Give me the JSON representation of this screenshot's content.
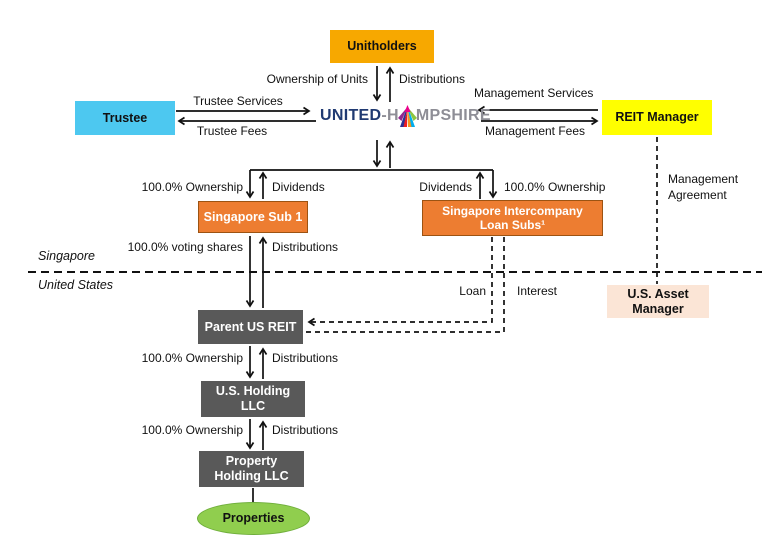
{
  "logo": {
    "united": "UNITED",
    "hyphen_h": "-H",
    "mpshire": "MPSHIRE"
  },
  "colors": {
    "unitholders_bg": "#F7A800",
    "trustee_bg": "#4DC8F0",
    "reit_manager_bg": "#FFFF00",
    "singapore_entity_bg": "#ED7D31",
    "us_entity_bg": "#595959",
    "us_asset_manager_bg": "#FBE5D6",
    "properties_bg": "#90CE4E",
    "logo_navy": "#203A72",
    "logo_gray": "#8E8E96"
  },
  "nodes": {
    "unitholders": {
      "label": "Unitholders"
    },
    "trustee": {
      "label": "Trustee"
    },
    "reit_manager": {
      "label": "REIT Manager"
    },
    "singapore_sub_1": {
      "label": "Singapore Sub 1"
    },
    "singapore_intercompany_loan_subs": {
      "lines": [
        "Singapore Intercompany",
        "Loan Subs¹"
      ]
    },
    "parent_us_reit": {
      "label": "Parent US REIT"
    },
    "us_holding_llc": {
      "lines": [
        "U.S. Holding",
        "LLC"
      ]
    },
    "property_holding_llc": {
      "lines": [
        "Property",
        "Holding LLC"
      ]
    },
    "properties": {
      "label": "Properties"
    },
    "us_asset_manager": {
      "lines": [
        "U.S. Asset",
        "Manager"
      ]
    }
  },
  "edge_labels": {
    "ownership_of_units": "Ownership of Units",
    "distributions_unitholders": "Distributions",
    "trustee_services": "Trustee Services",
    "trustee_fees": "Trustee Fees",
    "management_services": "Management Services",
    "management_fees": "Management Fees",
    "ownership_sub1": "100.0% Ownership",
    "dividends_sub1": "Dividends",
    "dividends_loan_subs": "Dividends",
    "ownership_loan_subs": "100.0% Ownership",
    "management_agreement": "Management Agreement",
    "voting_shares": "100.0% voting shares",
    "distributions_sub1_reit": "Distributions",
    "loan": "Loan",
    "interest": "Interest",
    "ownership_parent": "100.0% Ownership",
    "distributions_parent": "Distributions",
    "ownership_holding": "100.0% Ownership",
    "distributions_holding": "Distributions"
  },
  "regions": {
    "singapore": "Singapore",
    "united_states": "United States"
  }
}
